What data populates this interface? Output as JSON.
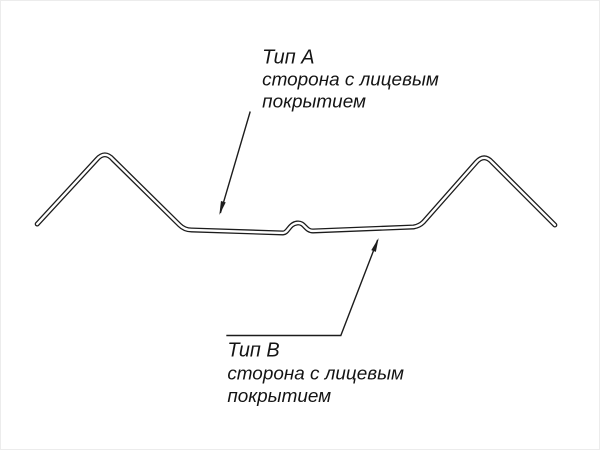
{
  "diagram": {
    "type": "technical-profile-drawing",
    "description_semantic": "metal sheet profile cross-section with two face-coating side callouts",
    "callout_a": {
      "title": "Тип А",
      "line1": "сторона с лицевым",
      "line2": "покрытием"
    },
    "callout_b": {
      "title": "Тип В",
      "line1": "сторона с лицевым",
      "line2": "покрытием"
    },
    "colors": {
      "line": "#1c1c1c",
      "background": "#ffffff"
    }
  }
}
